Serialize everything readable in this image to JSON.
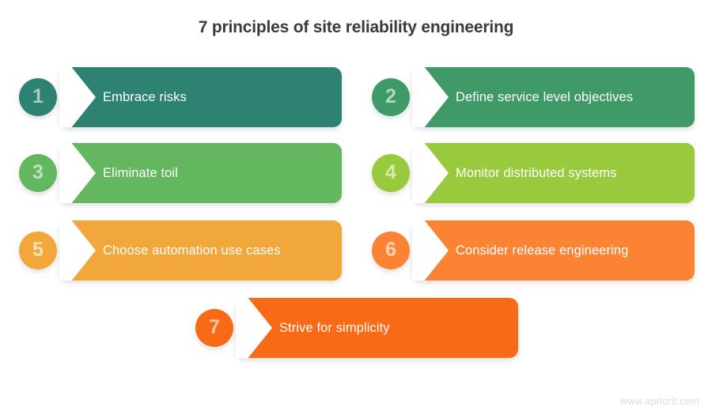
{
  "title": "7 principles of site reliability engineering",
  "footer": {
    "watermark": "www.apriorit.com"
  },
  "colors": {
    "title_text": "#3a3a3a",
    "label_text": "#ffffff",
    "background": "#ffffff",
    "watermark_text": "#dcdcdc"
  },
  "chart_data": {
    "type": "diagram",
    "diagram_style": "chevron-arrow-list",
    "title": "7 principles of site reliability engineering",
    "layout": "two-column grid, rows 1-3 paired left/right, item 7 centered on row 4",
    "item_count": 7,
    "items": [
      {
        "number": "1",
        "label": "Embrace risks",
        "color": "#2e8271",
        "number_color": "#a9cdc4",
        "column": "left",
        "row": 1
      },
      {
        "number": "2",
        "label": "Define service level objectives",
        "color": "#3f9a68",
        "number_color": "#b3d6bf",
        "column": "right",
        "row": 1
      },
      {
        "number": "3",
        "label": "Eliminate toil",
        "color": "#62b75f",
        "number_color": "#c2e0bb",
        "column": "left",
        "row": 2
      },
      {
        "number": "4",
        "label": "Monitor distributed systems",
        "color": "#99c93c",
        "number_color": "#d8ecab",
        "column": "right",
        "row": 2
      },
      {
        "number": "5",
        "label": "Choose automation use cases",
        "color": "#f2a73b",
        "number_color": "#fbe2b7",
        "column": "left",
        "row": 3
      },
      {
        "number": "6",
        "label": "Consider release engineering",
        "color": "#fa8334",
        "number_color": "#fdd3b4",
        "column": "right",
        "row": 3
      },
      {
        "number": "7",
        "label": "Strive for simplicity",
        "color": "#f96a16",
        "number_color": "#fcc7a3",
        "column": "center",
        "row": 4
      }
    ]
  }
}
